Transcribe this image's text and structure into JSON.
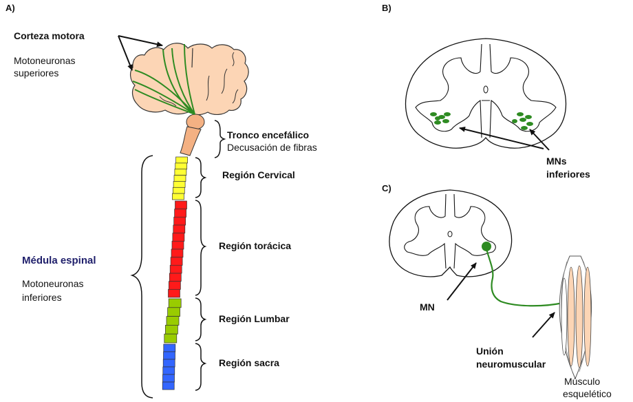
{
  "panels": {
    "a": "A)",
    "b": "B)",
    "c": "C)"
  },
  "brain": {
    "title": "Corteza motora",
    "subtitle_line1": "Motoneuronas",
    "subtitle_line2": "superiores"
  },
  "brainstem": {
    "title": "Tronco encefálico",
    "subtitle": "Decusación de fibras"
  },
  "cord": {
    "title": "Médula espinal",
    "subtitle_line1": "Motoneuronas",
    "subtitle_line2": "inferiores"
  },
  "regions": {
    "cervical": "Región Cervical",
    "thoracic": "Región torácica",
    "lumbar": "Región Lumbar",
    "sacral": "Región sacra"
  },
  "panel_b": {
    "label_line1": "MNs",
    "label_line2": "inferiores"
  },
  "panel_c": {
    "mn": "MN",
    "junction_line1": "Unión",
    "junction_line2": "neuromuscular",
    "muscle_line1": "Músculo",
    "muscle_line2": "esquelético"
  },
  "colors": {
    "brain": "#fcd5b5",
    "neuron": "#2e8b22",
    "cervical": "#ffff33",
    "thoracic": "#ff1a1a",
    "lumbar": "#99cc00",
    "sacral": "#3366ff"
  }
}
